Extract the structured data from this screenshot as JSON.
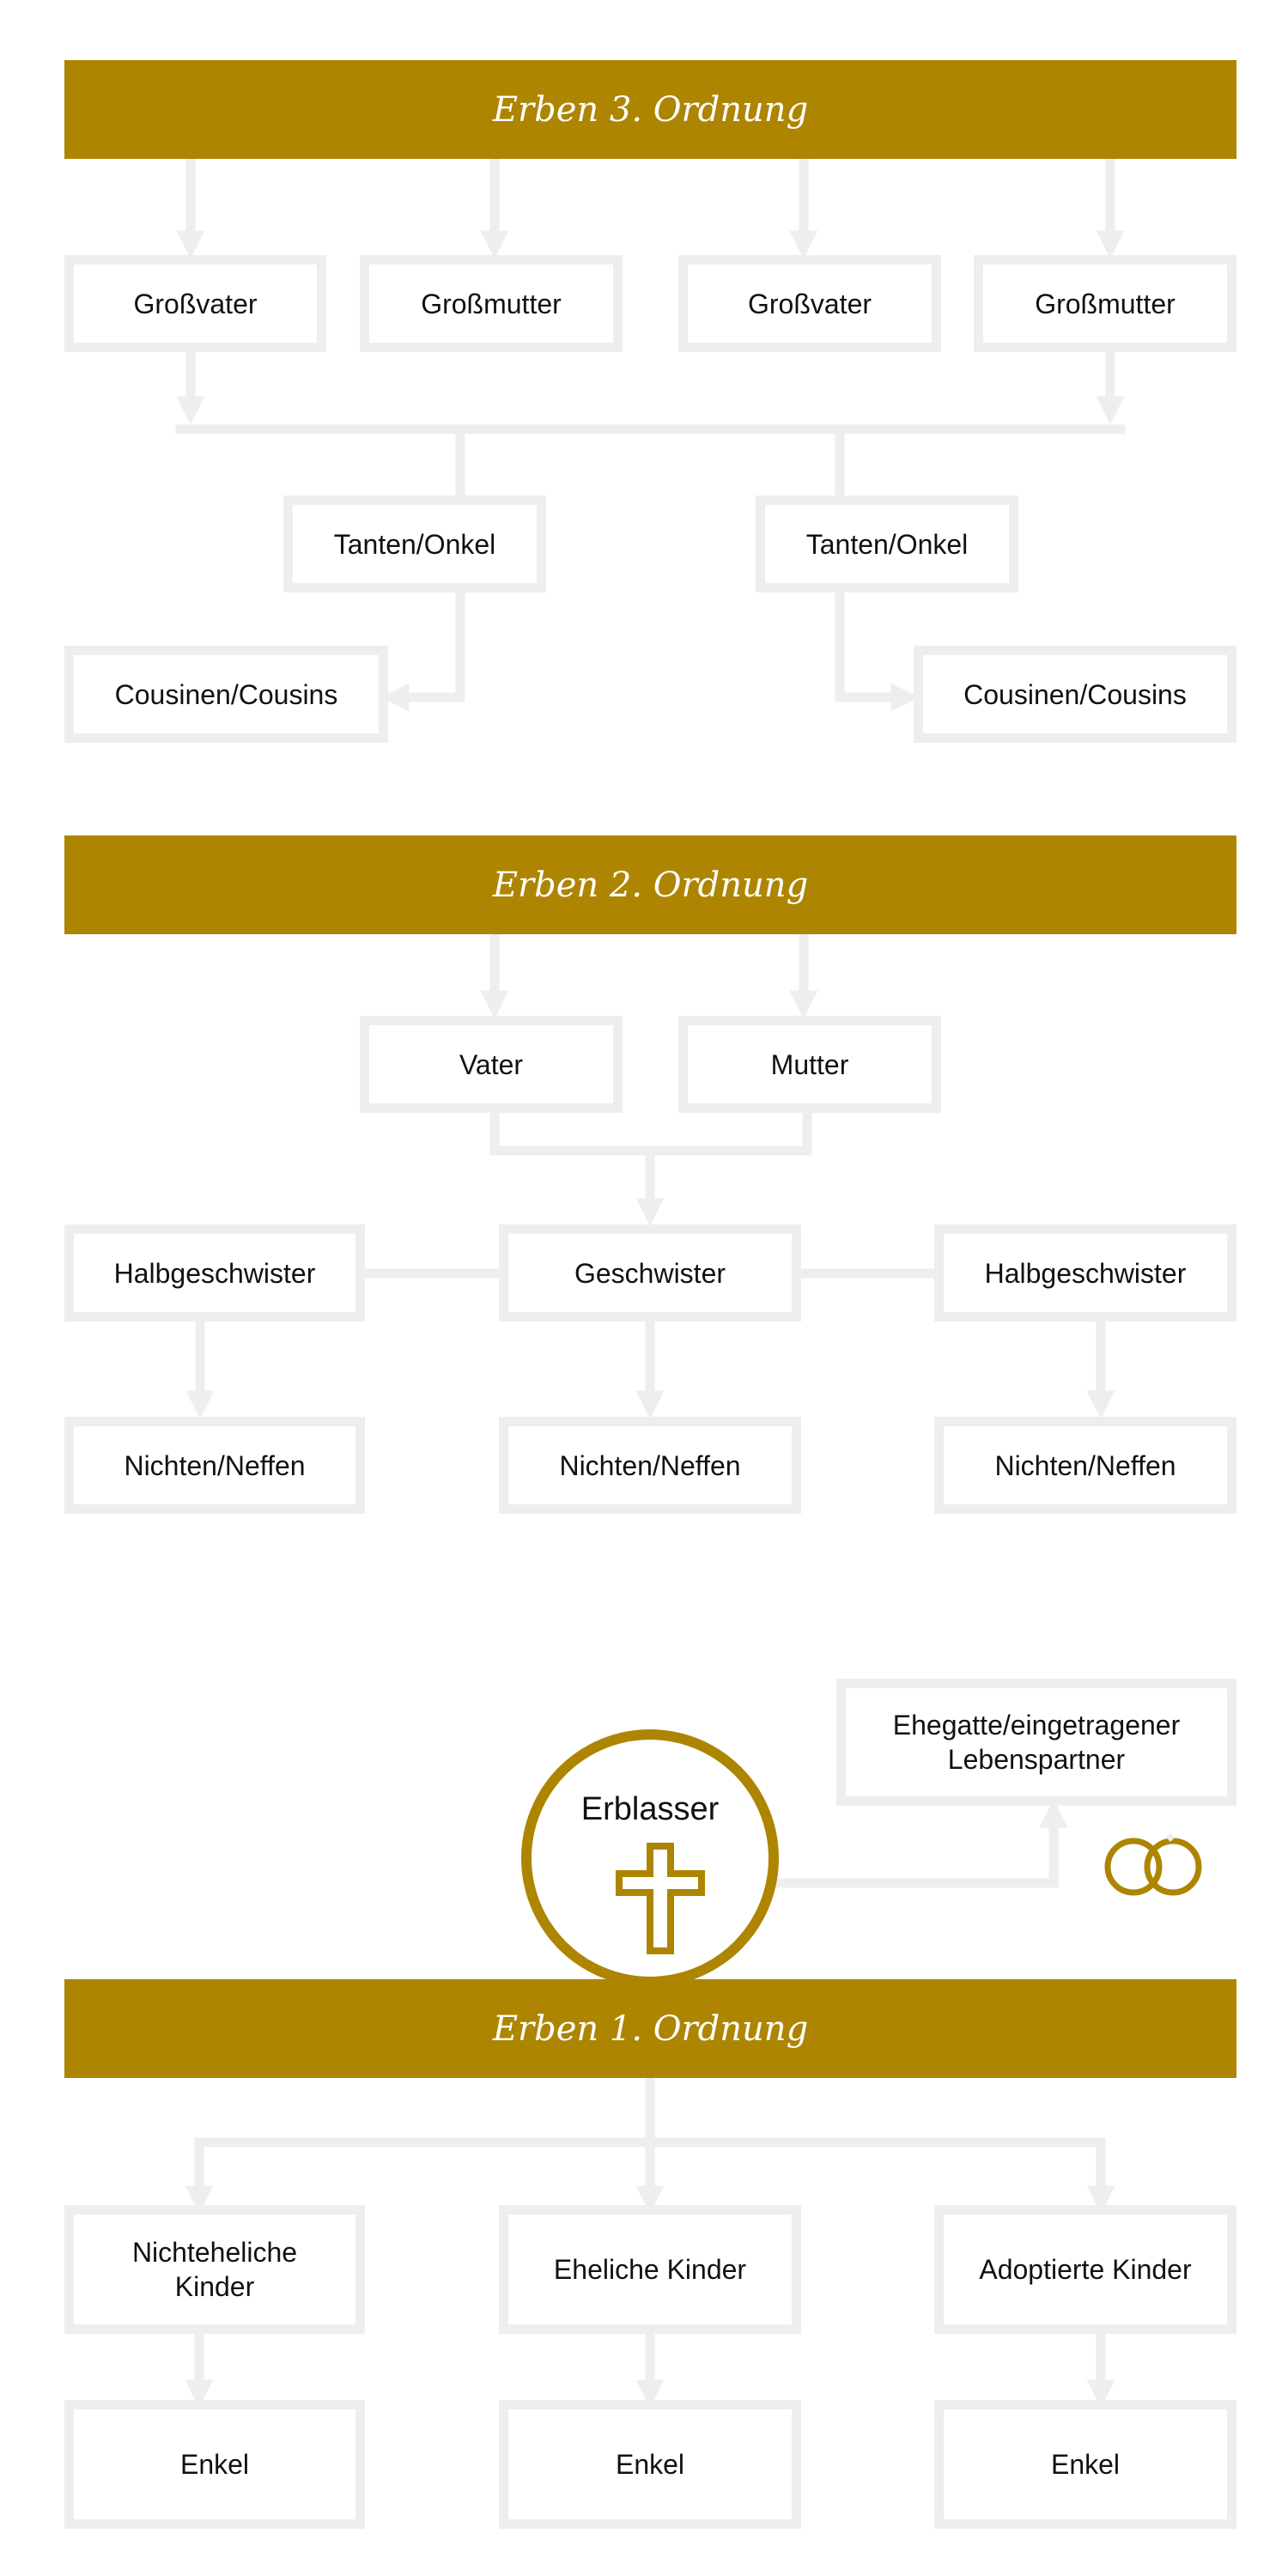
{
  "colors": {
    "accent": "#ad8500",
    "connector": "#eeeeee"
  },
  "orders": [
    {
      "title": "Erben 3. Ordnung"
    },
    {
      "title": "Erben 2. Ordnung"
    },
    {
      "title": "Erben 1. Ordnung"
    }
  ],
  "third_order": {
    "grandparents": [
      "Großvater",
      "Großmutter",
      "Großvater",
      "Großmutter"
    ],
    "aunts_uncles": [
      "Tanten/Onkel",
      "Tanten/Onkel"
    ],
    "cousins": [
      "Cousinen/Cousins",
      "Cousinen/Cousins"
    ]
  },
  "second_order": {
    "father": "Vater",
    "mother": "Mutter",
    "half_siblings_left": "Halbgeschwister",
    "siblings": "Geschwister",
    "half_siblings_right": "Halbgeschwister",
    "nieces_nephews": [
      "Nichten/Neffen",
      "Nichten/Neffen",
      "Nichten/Neffen"
    ]
  },
  "deceased": {
    "label": "Erblasser",
    "icon": "cross-icon"
  },
  "spouse": {
    "label": "Ehegatte/eingetragener\nLebenspartner",
    "icon": "wedding-rings-icon"
  },
  "first_order": {
    "children": [
      "Nichteheliche\nKinder",
      "Eheliche Kinder",
      "Adoptierte Kinder"
    ],
    "grandchildren": [
      "Enkel",
      "Enkel",
      "Enkel"
    ]
  }
}
